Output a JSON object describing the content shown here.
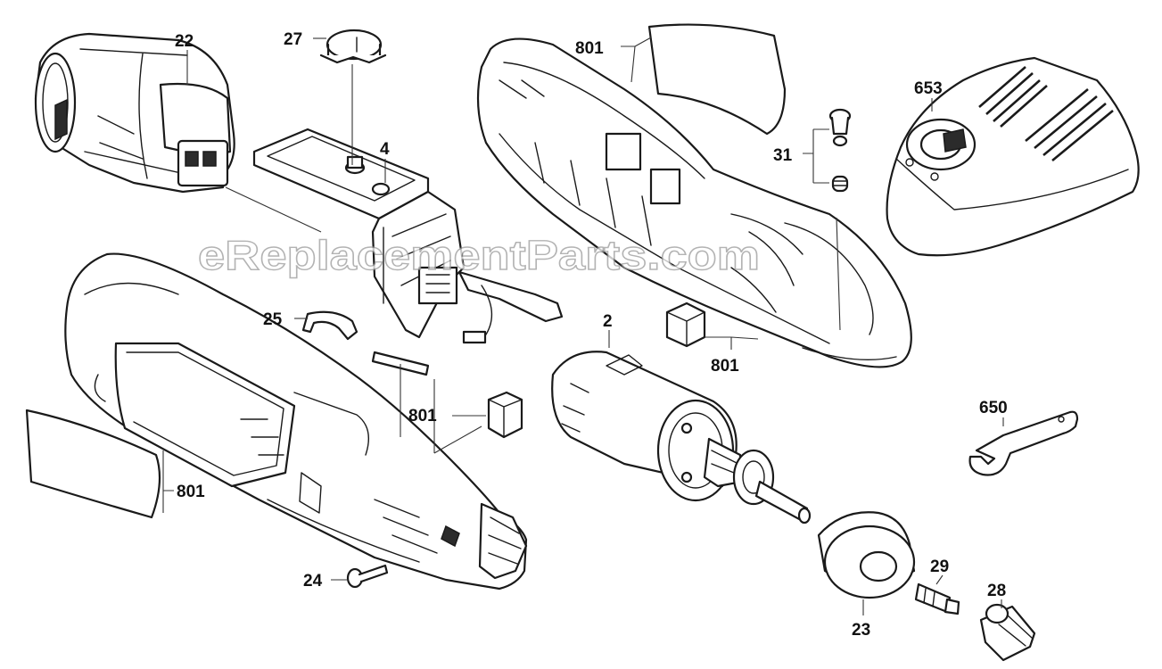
{
  "watermark": "eReplacementParts.com",
  "callouts": {
    "p22": "22",
    "p27": "27",
    "p4": "4",
    "p801_top": "801",
    "p653": "653",
    "p31": "31",
    "p801_right": "801",
    "p25": "25",
    "p801_mid": "801",
    "p2": "2",
    "p650": "650",
    "p801_left": "801",
    "p24": "24",
    "p29": "29",
    "p28": "28",
    "p23": "23"
  },
  "colors": {
    "line": "#1a1a1a",
    "background": "#ffffff",
    "watermark_outline": "#9a9a9a"
  }
}
